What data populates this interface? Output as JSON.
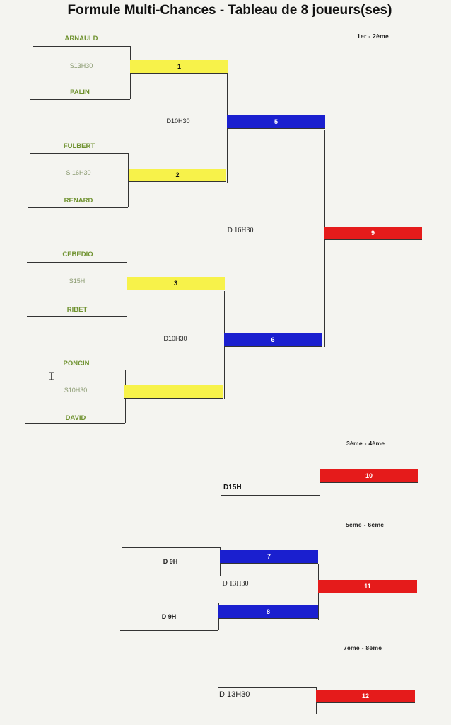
{
  "title": "Formule Multi-Chances - Tableau de 8 joueurs(ses)",
  "places": {
    "p12": "1er - 2ème",
    "p34": "3ème - 4ème",
    "p56": "5ème - 6ème",
    "p78": "7ème - 8ème"
  },
  "first_round": [
    {
      "player1": "ARNAULD",
      "time": "S13H30",
      "player2": "PALIN",
      "match": "1"
    },
    {
      "player1": "FULBERT",
      "time": "S 16H30",
      "player2": "RENARD",
      "match": "2"
    },
    {
      "player1": "CEBEDIO",
      "time": "S15H",
      "player2": "RIBET",
      "match": "3"
    },
    {
      "player1": "PONCIN",
      "time": "S10H30",
      "player2": "DAVID",
      "match": ""
    }
  ],
  "semis": [
    {
      "time": "D10H30",
      "match": "5"
    },
    {
      "time": "D10H30",
      "match": "6"
    }
  ],
  "final": {
    "time": "D 16H30",
    "match": "9"
  },
  "third": {
    "time": "D15H",
    "match": "10"
  },
  "fifth": {
    "time1": "D 9H",
    "match1": "7",
    "time2": "D 9H",
    "match2": "8",
    "final_time": "D 13H30",
    "final_match": "11"
  },
  "seventh": {
    "time": "D 13H30",
    "match": "12"
  },
  "colors": {
    "round1": "#f7f24a",
    "round2": "#1a1fcf",
    "final": "#e51b1b",
    "player": "#6f9230"
  }
}
